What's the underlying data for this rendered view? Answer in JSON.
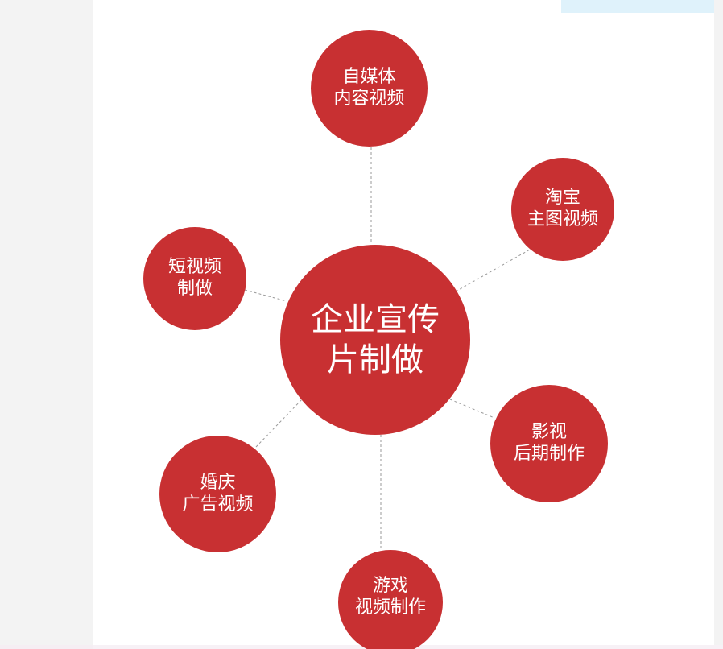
{
  "diagram": {
    "center": {
      "line1": "企业宣传",
      "line2": "片制做"
    },
    "nodes": {
      "top": {
        "line1": "自媒体",
        "line2": "内容视频"
      },
      "top_right": {
        "line1": "淘宝",
        "line2": "主图视频"
      },
      "left": {
        "line1": "短视频",
        "line2": "制做"
      },
      "right": {
        "line1": "影视",
        "line2": "后期制作"
      },
      "bottom_left": {
        "line1": "婚庆",
        "line2": "广告视频"
      },
      "bottom": {
        "line1": "游戏",
        "line2": "视频制作"
      }
    },
    "colors": {
      "circle": "#c83032",
      "text": "#ffffff",
      "connector": "#9a9a9a"
    }
  }
}
